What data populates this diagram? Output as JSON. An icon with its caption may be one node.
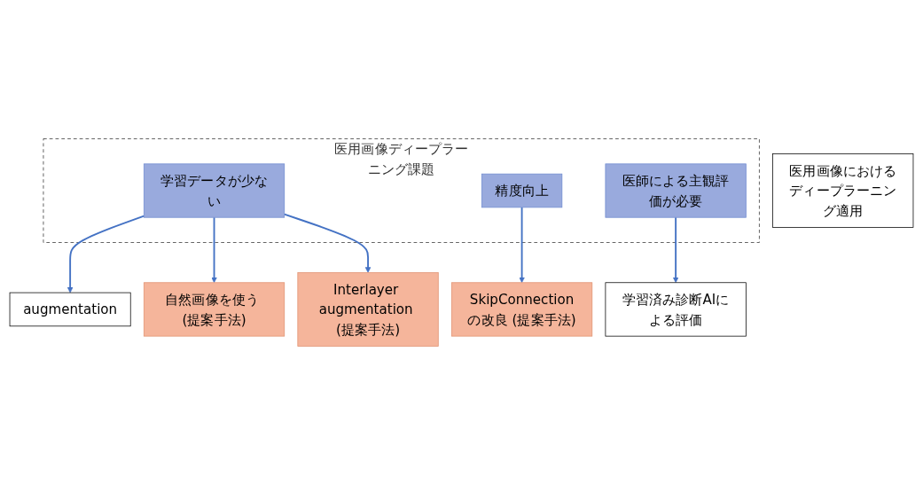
{
  "diagram": {
    "nodes": [
      {
        "text": [
          "医用画像におけるディープラーニング適用"
        ]
      },
      {
        "text": [
          "医用画像ディープラーニング課題"
        ]
      },
      {
        "text": [
          "学習データが少ない"
        ],
        "in": 1
      },
      {
        "text": [
          "精度向上"
        ],
        "in": 1
      },
      {
        "text": [
          "医師による主観評価が必要"
        ],
        "in": 1
      },
      {
        "text": [
          "augmentation"
        ]
      },
      {
        "text": [
          "自然画像を使う (提案手法)"
        ]
      },
      {
        "text": [
          "SkipConnectionの改良 (提案手法)"
        ]
      },
      {
        "text": [
          "学習済み診断AIによる評価"
        ]
      },
      {
        "text": [
          "Interlayer augmentation (提案手法)"
        ]
      }
    ],
    "edges": [
      {
        "from": 2,
        "to": 5,
        "arrow": "to"
      },
      {
        "from": 2,
        "to": 6,
        "arrow": "to"
      },
      {
        "from": 2,
        "to": 9,
        "arrow": "to"
      },
      {
        "from": 3,
        "to": 7,
        "arrow": "to"
      },
      {
        "from": 4,
        "to": 8,
        "arrow": "to"
      }
    ]
  }
}
